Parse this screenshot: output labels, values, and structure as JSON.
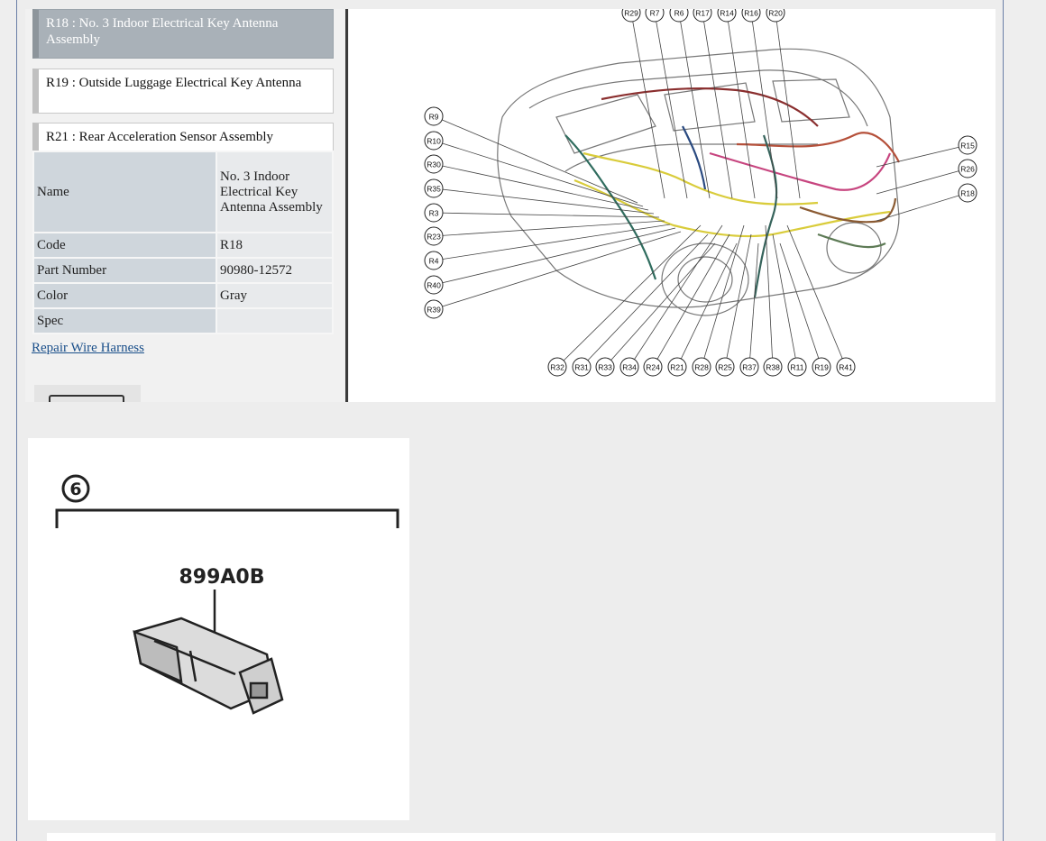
{
  "connector_list": [
    {
      "label": "R18 : No. 3 Indoor Electrical Key Antenna Assembly",
      "active": true
    },
    {
      "label": "R19 : Outside Luggage Electrical Key Antenna",
      "active": false
    },
    {
      "label": "R21 : Rear Acceleration Sensor Assembly",
      "active": false
    }
  ],
  "details": {
    "name_label": "Name",
    "name_value": "No. 3 Indoor Electrical Key Antenna Assembly",
    "code_label": "Code",
    "code_value": "R18",
    "part_label": "Part Number",
    "part_value": "90980-12572",
    "color_label": "Color",
    "color_value": "Gray",
    "spec_label": "Spec",
    "spec_value": ""
  },
  "repair_link": "Repair Wire Harness",
  "diagram": {
    "top_labels": [
      "R29",
      "R7",
      "R6",
      "R17",
      "R14",
      "R16",
      "R20"
    ],
    "left_labels": [
      "R9",
      "R10",
      "R30",
      "R35",
      "R3",
      "R23",
      "R4",
      "R40",
      "R39"
    ],
    "right_labels": [
      "R15",
      "R26",
      "R18"
    ],
    "bottom_labels": [
      "R32",
      "R31",
      "R33",
      "R34",
      "R24",
      "R21",
      "R28",
      "R25",
      "R37",
      "R38",
      "R11",
      "R19",
      "R41"
    ]
  },
  "part_image": {
    "callout": "6",
    "part_code": "899A0B"
  }
}
